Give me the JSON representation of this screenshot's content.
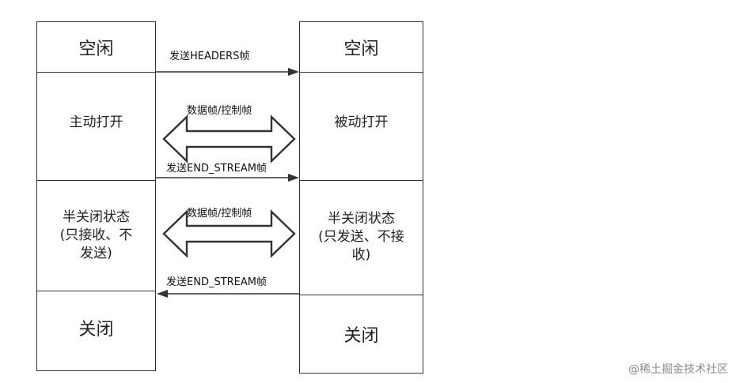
{
  "left": {
    "idle": "空闲",
    "open": "主动打开",
    "half_closed": [
      "半关闭状态",
      "(只接收、不",
      "发送)"
    ],
    "closed": "关闭"
  },
  "right": {
    "idle": "空闲",
    "open": "被动打开",
    "half_closed": [
      "半关闭状态",
      "(只发送、不接",
      "收)"
    ],
    "closed": "关闭"
  },
  "arrows": {
    "headers": "发送HEADERS帧",
    "data_1": "数据帧/控制帧",
    "end_stream_1": "发送END_STREAM帧",
    "data_2": "数据帧/控制帧",
    "end_stream_2": "发送END_STREAM帧"
  },
  "watermark": "@稀土掘金技术社区"
}
